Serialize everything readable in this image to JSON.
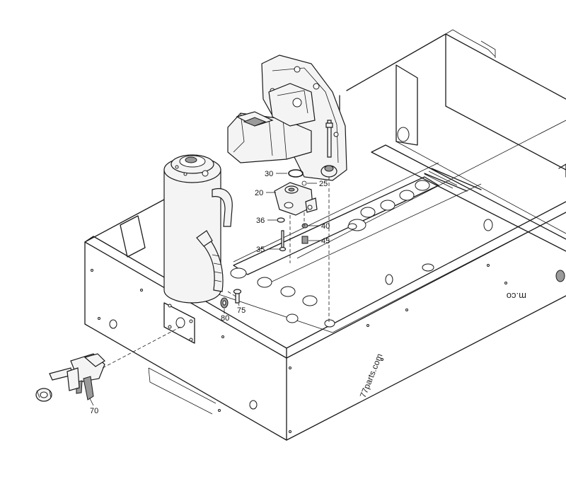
{
  "callouts": [
    {
      "id": "30",
      "label": "30"
    },
    {
      "id": "25",
      "label": "25"
    },
    {
      "id": "20",
      "label": "20"
    },
    {
      "id": "36",
      "label": "36"
    },
    {
      "id": "40",
      "label": "40"
    },
    {
      "id": "35",
      "label": "35"
    },
    {
      "id": "45",
      "label": "45"
    },
    {
      "id": "75",
      "label": "75"
    },
    {
      "id": "80",
      "label": "80"
    },
    {
      "id": "70",
      "label": "70"
    }
  ],
  "watermark": {
    "side": "77parts.com",
    "edge": "m.co"
  }
}
